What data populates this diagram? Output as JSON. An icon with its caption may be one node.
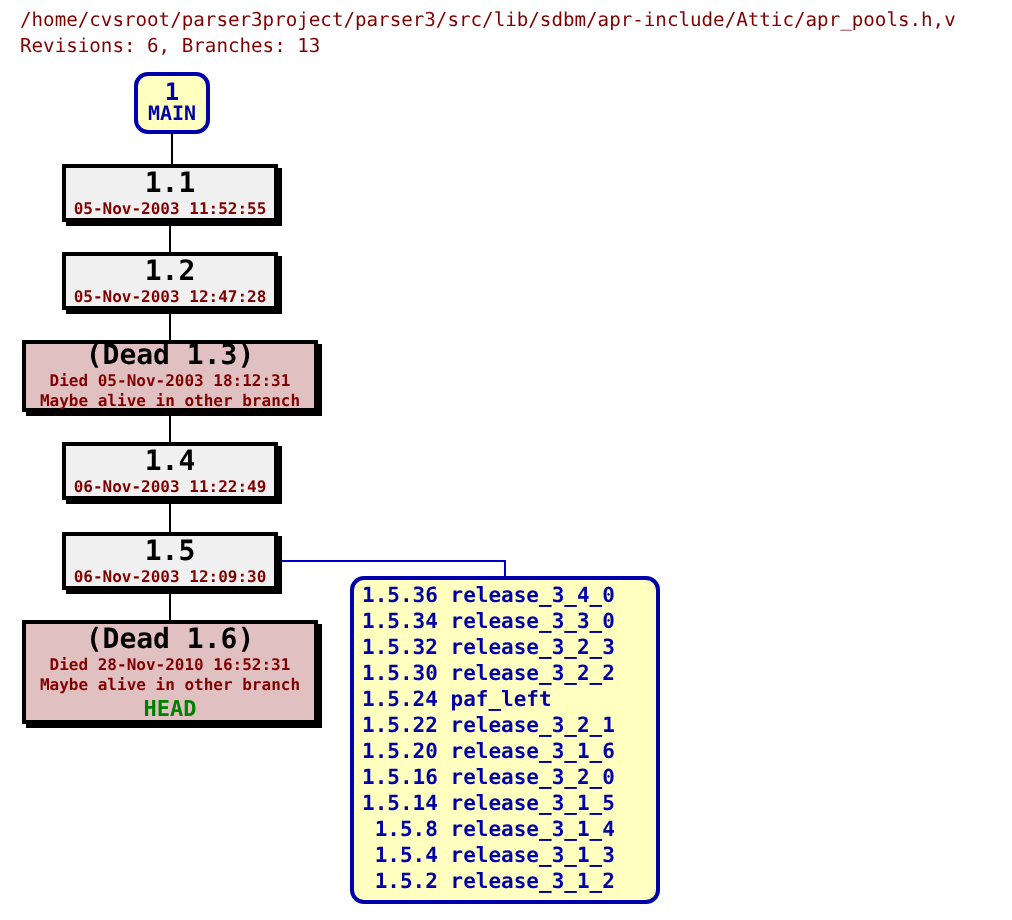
{
  "diagram": {
    "title": "/home/cvsroot/parser3project/parser3/src/lib/sdbm/apr-include/Attic/apr_pools.h,v",
    "caption": "Revisions: 6, Branches: 13",
    "nodes": [
      {
        "text": [
          "1",
          "MAIN"
        ]
      },
      {
        "text": [
          "1.1",
          "05-Nov-2003 11:52:55"
        ]
      },
      {
        "text": [
          "1.2",
          "05-Nov-2003 12:47:28"
        ]
      },
      {
        "text": [
          "(Dead 1.3)",
          "Died 05-Nov-2003 18:12:31",
          "Maybe alive in other branch"
        ]
      },
      {
        "text": [
          "1.4",
          "06-Nov-2003 11:22:49"
        ]
      },
      {
        "text": [
          "1.5",
          "06-Nov-2003 12:09:30"
        ]
      },
      {
        "text": [
          "(Dead 1.6)",
          "Died 28-Nov-2010 16:52:31",
          "Maybe alive in other branch",
          "HEAD"
        ]
      },
      {
        "text": [
          "1.5.36 release_3_4_0",
          "1.5.34 release_3_3_0",
          "1.5.32 release_3_2_3",
          "1.5.30 release_3_2_2",
          "1.5.24 paf_left",
          "1.5.22 release_3_2_1",
          "1.5.20 release_3_1_6",
          "1.5.16 release_3_2_0",
          "1.5.14 release_3_1_5",
          "1.5.8 release_3_1_4",
          "1.5.4 release_3_1_3",
          "1.5.2 release_3_1_2"
        ]
      }
    ],
    "edges": [
      {
        "from": 0,
        "to": 1,
        "arrow": "none"
      },
      {
        "from": 1,
        "to": 2,
        "arrow": "none"
      },
      {
        "from": 2,
        "to": 3,
        "arrow": "none"
      },
      {
        "from": 3,
        "to": 4,
        "arrow": "none"
      },
      {
        "from": 4,
        "to": 5,
        "arrow": "none"
      },
      {
        "from": 5,
        "to": 6,
        "arrow": "none"
      },
      {
        "from": 5,
        "to": 7,
        "arrow": "none",
        "color": "#0000cc"
      }
    ]
  }
}
